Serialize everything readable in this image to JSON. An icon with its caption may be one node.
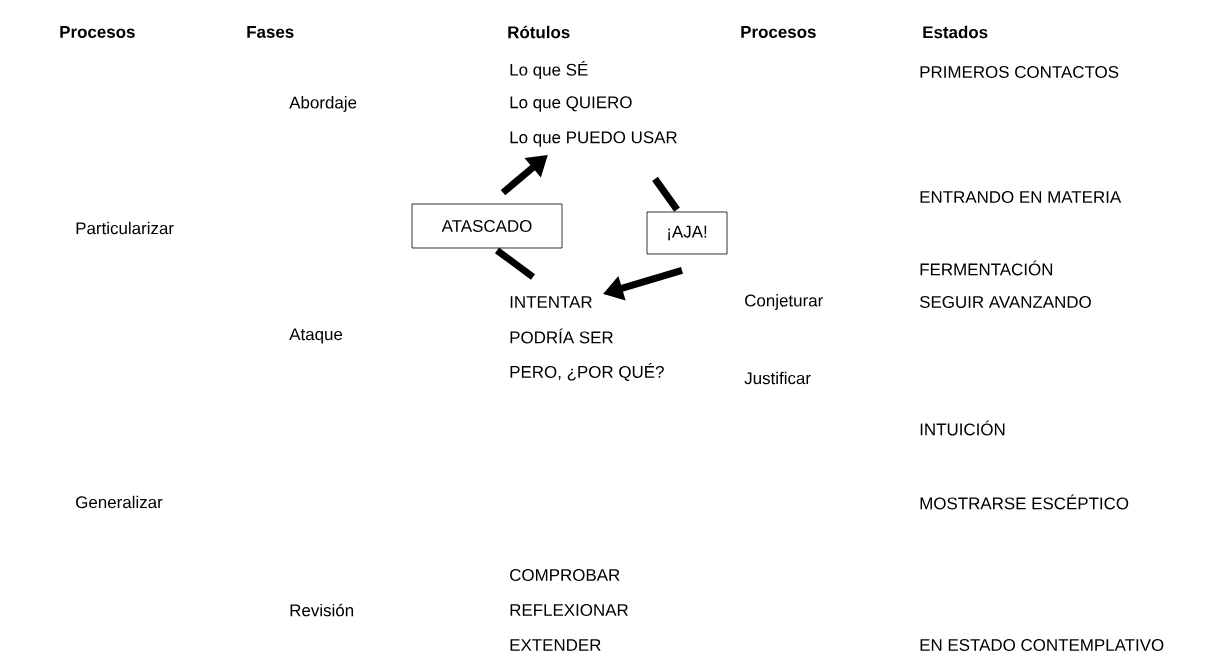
{
  "diagram": {
    "nodes": [
      {
        "text": [
          "Lo que PUEDO USAR"
        ]
      },
      {
        "text": [
          "ATASCADO"
        ]
      },
      {
        "text": [
          "¡AJA!"
        ]
      },
      {
        "text": [
          "INTENTAR"
        ]
      }
    ],
    "edges": [
      {
        "from": 1,
        "to": 0,
        "arrow": "to"
      },
      {
        "from": 0,
        "to": 2,
        "arrow": "none"
      },
      {
        "from": 2,
        "to": 3,
        "arrow": "to"
      },
      {
        "from": 3,
        "to": 1,
        "arrow": "none"
      }
    ],
    "labels": [
      "Procesos",
      "Fases",
      "Rótulos",
      "Procesos",
      "Estados",
      "Lo que SÉ",
      "PRIMEROS CONTACTOS",
      "Abordaje",
      "Lo que QUIERO",
      "ENTRANDO EN MATERIA",
      "Particularizar",
      "FERMENTACIÓN",
      "Conjeturar",
      "SEGUIR AVANZANDO",
      "Ataque",
      "PODRÍA SER",
      "PERO, ¿POR QUÉ?",
      "Justificar",
      "INTUICIÓN",
      "Generalizar",
      "MOSTRARSE ESCÉPTICO",
      "COMPROBAR",
      "Revisión",
      "REFLEXIONAR",
      "EXTENDER",
      "EN ESTADO CONTEMPLATIVO"
    ]
  }
}
